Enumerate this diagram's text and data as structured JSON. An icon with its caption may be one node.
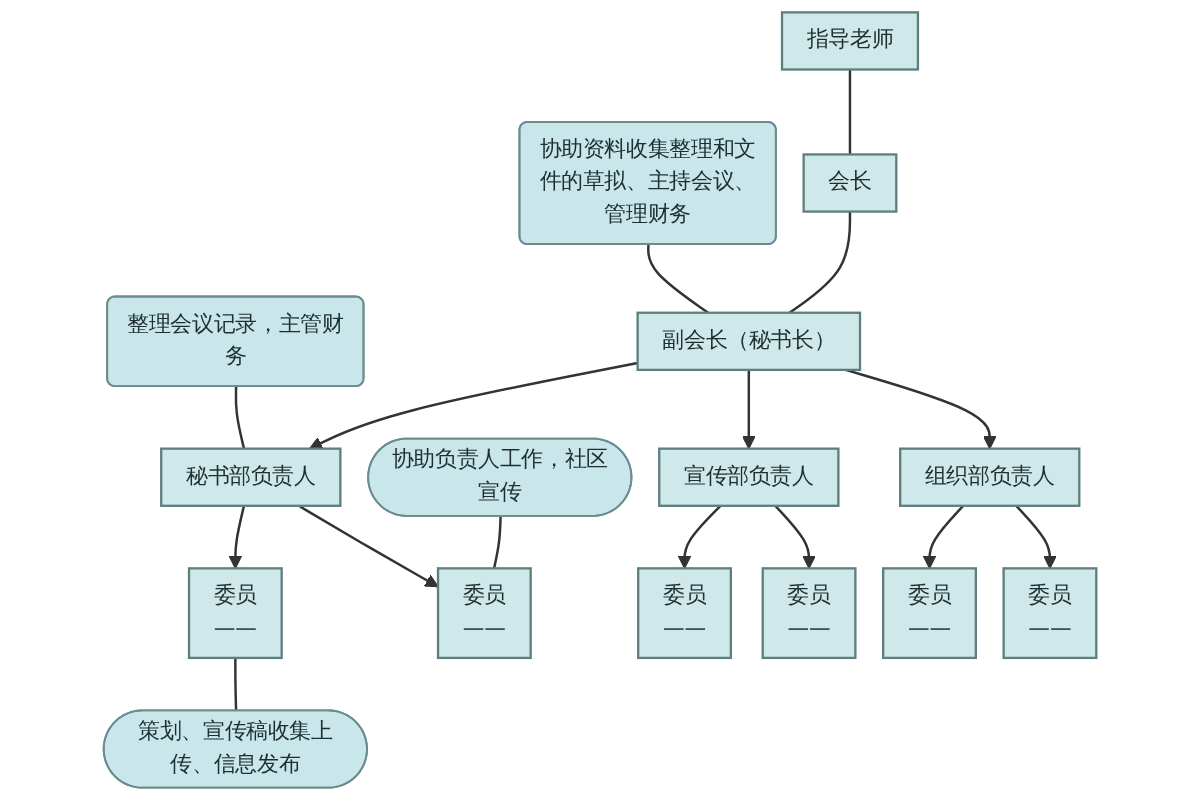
{
  "diagram": {
    "nodes": [
      {
        "text": [
          "指导老师"
        ]
      },
      {
        "text": [
          "会长"
        ]
      },
      {
        "text": [
          "副会长（秘书长）"
        ]
      },
      {
        "text": [
          "协助资料收集整理和文件的草拟、主持会议、管理财务"
        ]
      },
      {
        "text": [
          "整理会议记录，主管财务"
        ]
      },
      {
        "text": [
          "秘书部负责人"
        ]
      },
      {
        "text": [
          "宣传部负责人"
        ]
      },
      {
        "text": [
          "组织部负责人"
        ]
      },
      {
        "text": [
          "协助负责人工作，社区宣传"
        ]
      },
      {
        "text": [
          "委员",
          "——"
        ]
      },
      {
        "text": [
          "委员",
          "——"
        ]
      },
      {
        "text": [
          "委员",
          "——"
        ]
      },
      {
        "text": [
          "委员",
          "——"
        ]
      },
      {
        "text": [
          "委员",
          "——"
        ]
      },
      {
        "text": [
          "委员",
          "——"
        ]
      },
      {
        "text": [
          "策划、宣传稿收集上传、信息发布"
        ]
      }
    ],
    "edges": [
      {
        "from": 0,
        "to": 1,
        "arrow": "none"
      },
      {
        "from": 1,
        "to": 2,
        "arrow": "none"
      },
      {
        "from": 3,
        "to": 2,
        "arrow": "none"
      },
      {
        "from": 2,
        "to": 5,
        "arrow": "to"
      },
      {
        "from": 2,
        "to": 6,
        "arrow": "to"
      },
      {
        "from": 2,
        "to": 7,
        "arrow": "to"
      },
      {
        "from": 4,
        "to": 5,
        "arrow": "none"
      },
      {
        "from": 8,
        "to": 10,
        "arrow": "none"
      },
      {
        "from": 5,
        "to": 9,
        "arrow": "to"
      },
      {
        "from": 5,
        "to": 10,
        "arrow": "to"
      },
      {
        "from": 6,
        "to": 11,
        "arrow": "to"
      },
      {
        "from": 6,
        "to": 12,
        "arrow": "to"
      },
      {
        "from": 7,
        "to": 13,
        "arrow": "to"
      },
      {
        "from": 7,
        "to": 14,
        "arrow": "to"
      },
      {
        "from": 9,
        "to": 15,
        "arrow": "none"
      }
    ]
  }
}
